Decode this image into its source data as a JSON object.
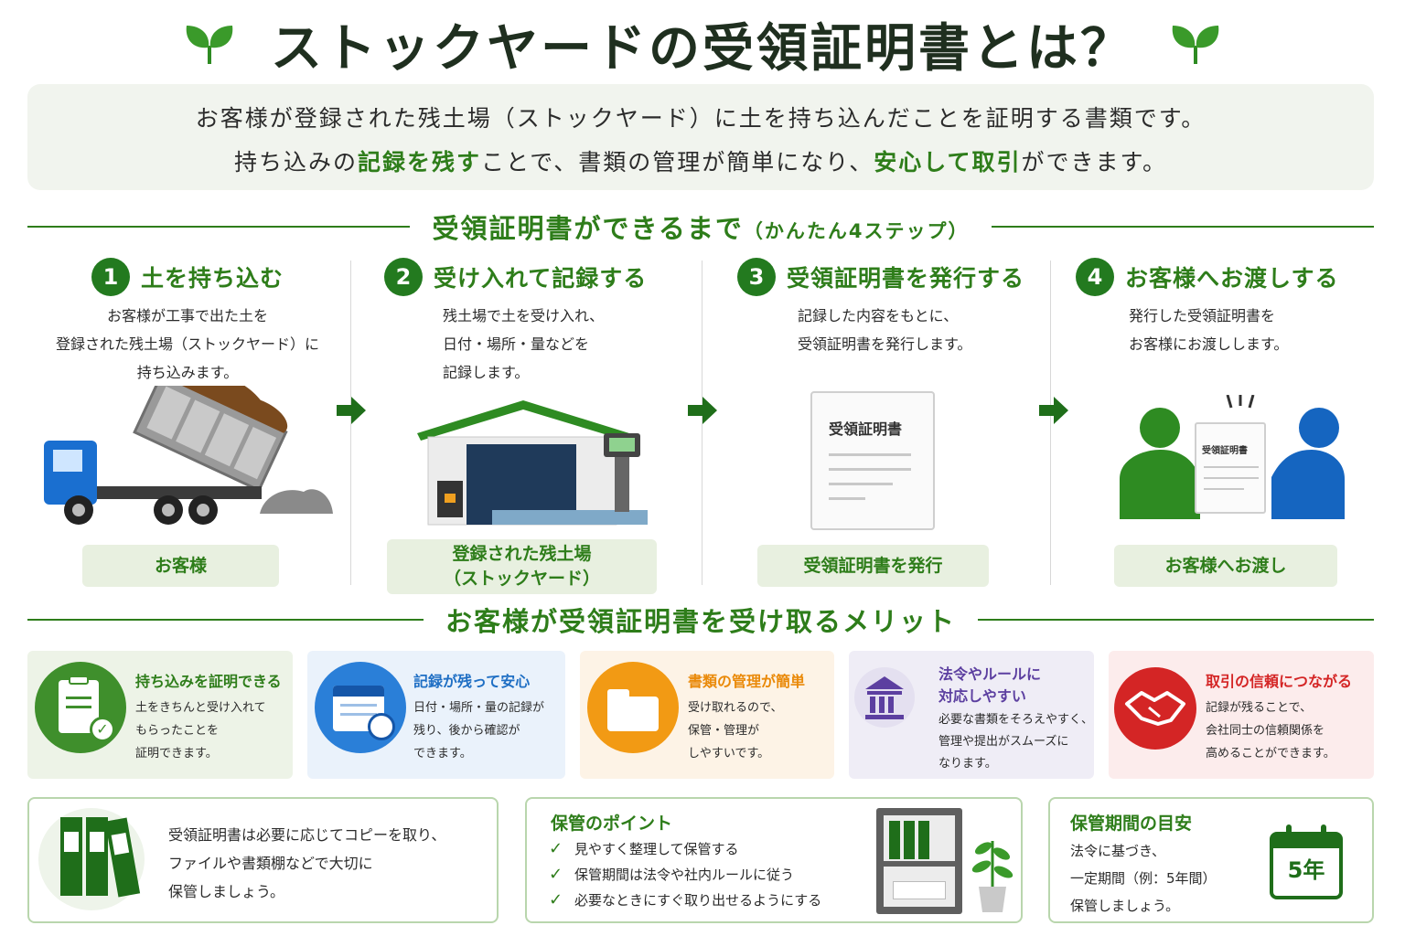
{
  "header": {
    "title": "ストックヤードの受領証明書とは？"
  },
  "intro": {
    "line1": "お客様が登録された残土場（ストックヤード）に土を持ち込んだことを証明する書類です。",
    "line2_a": "持ち込みの",
    "line2_b": "記録を残す",
    "line2_c": "ことで、書類の管理が簡単になり、",
    "line2_d": "安心して取引",
    "line2_e": "ができます。"
  },
  "steps_section": {
    "heading": "受領証明書ができるまで",
    "subheading": "（かんたん4ステップ）"
  },
  "steps": [
    {
      "num": "1",
      "title": "土を持ち込む",
      "lines": [
        "お客様が工事で出た土を",
        "登録された残土場（ストックヤード）に",
        "持ち込みます。"
      ],
      "label": "お客様"
    },
    {
      "num": "2",
      "title": "受け入れて記録する",
      "lines": [
        "残土場で土を受け入れ、",
        "日付・場所・量などを",
        "記録します。"
      ],
      "label_l1": "登録された残土場",
      "label_l2": "（ストックヤード）"
    },
    {
      "num": "3",
      "title": "受領証明書を発行する",
      "lines": [
        "記録した内容をもとに、",
        "受領証明書を発行します。"
      ],
      "label": "受領証明書を発行",
      "doc_title": "受領証明書"
    },
    {
      "num": "4",
      "title": "お客様へお渡しする",
      "lines": [
        "発行した受領証明書を",
        "お客様にお渡しします。"
      ],
      "label": "お客様へお渡し",
      "doc_title": "受領証明書"
    }
  ],
  "merits_section": {
    "heading": "お客様が受領証明書を受け取るメリット"
  },
  "merits": [
    {
      "title": "持ち込みを証明できる",
      "lines": [
        "土をきちんと受け入れて",
        "もらったことを",
        "証明できます。"
      ],
      "color": "#2e7d1a",
      "bg": "#edf3e7"
    },
    {
      "title": "記録が残って安心",
      "lines": [
        "日付・場所・量の記録が",
        "残り、後から確認が",
        "できます。"
      ],
      "color": "#1f6fc4",
      "bg": "#eaf2fb"
    },
    {
      "title": "書類の管理が簡単",
      "lines": [
        "受け取れるので、",
        "保管・管理が",
        "しやすいです。"
      ],
      "color": "#ea8a0a",
      "bg": "#fdf3e6"
    },
    {
      "title_l1": "法令やルールに",
      "title_l2": "対応しやすい",
      "lines": [
        "必要な書類をそろえやすく、",
        "管理や提出がスムーズに",
        "なります。"
      ],
      "color": "#5c3fa0",
      "bg": "#efedf6"
    },
    {
      "title": "取引の信頼につながる",
      "lines": [
        "記録が残ることで、",
        "会社同士の信頼関係を",
        "高めることができます。"
      ],
      "color": "#d42525",
      "bg": "#fcecec"
    }
  ],
  "storage": {
    "text": [
      "受領証明書は必要に応じてコピーを取り、",
      "ファイルや書類棚などで大切に",
      "保管しましょう。"
    ]
  },
  "points": {
    "title": "保管のポイント",
    "items": [
      "見やすく整理して保管する",
      "保管期間は法令や社内ルールに従う",
      "必要なときにすぐ取り出せるようにする"
    ]
  },
  "period": {
    "title": "保管期間の目安",
    "lines": [
      "法令に基づき、",
      "一定期間（例：5年間）",
      "保管しましょう。"
    ],
    "calendar_label": "5年"
  },
  "colors": {
    "accent": "#2e7d1a",
    "dark_green": "#237a1f",
    "truck_blue": "#1a6fd0",
    "person_blue": "#1565c0"
  }
}
